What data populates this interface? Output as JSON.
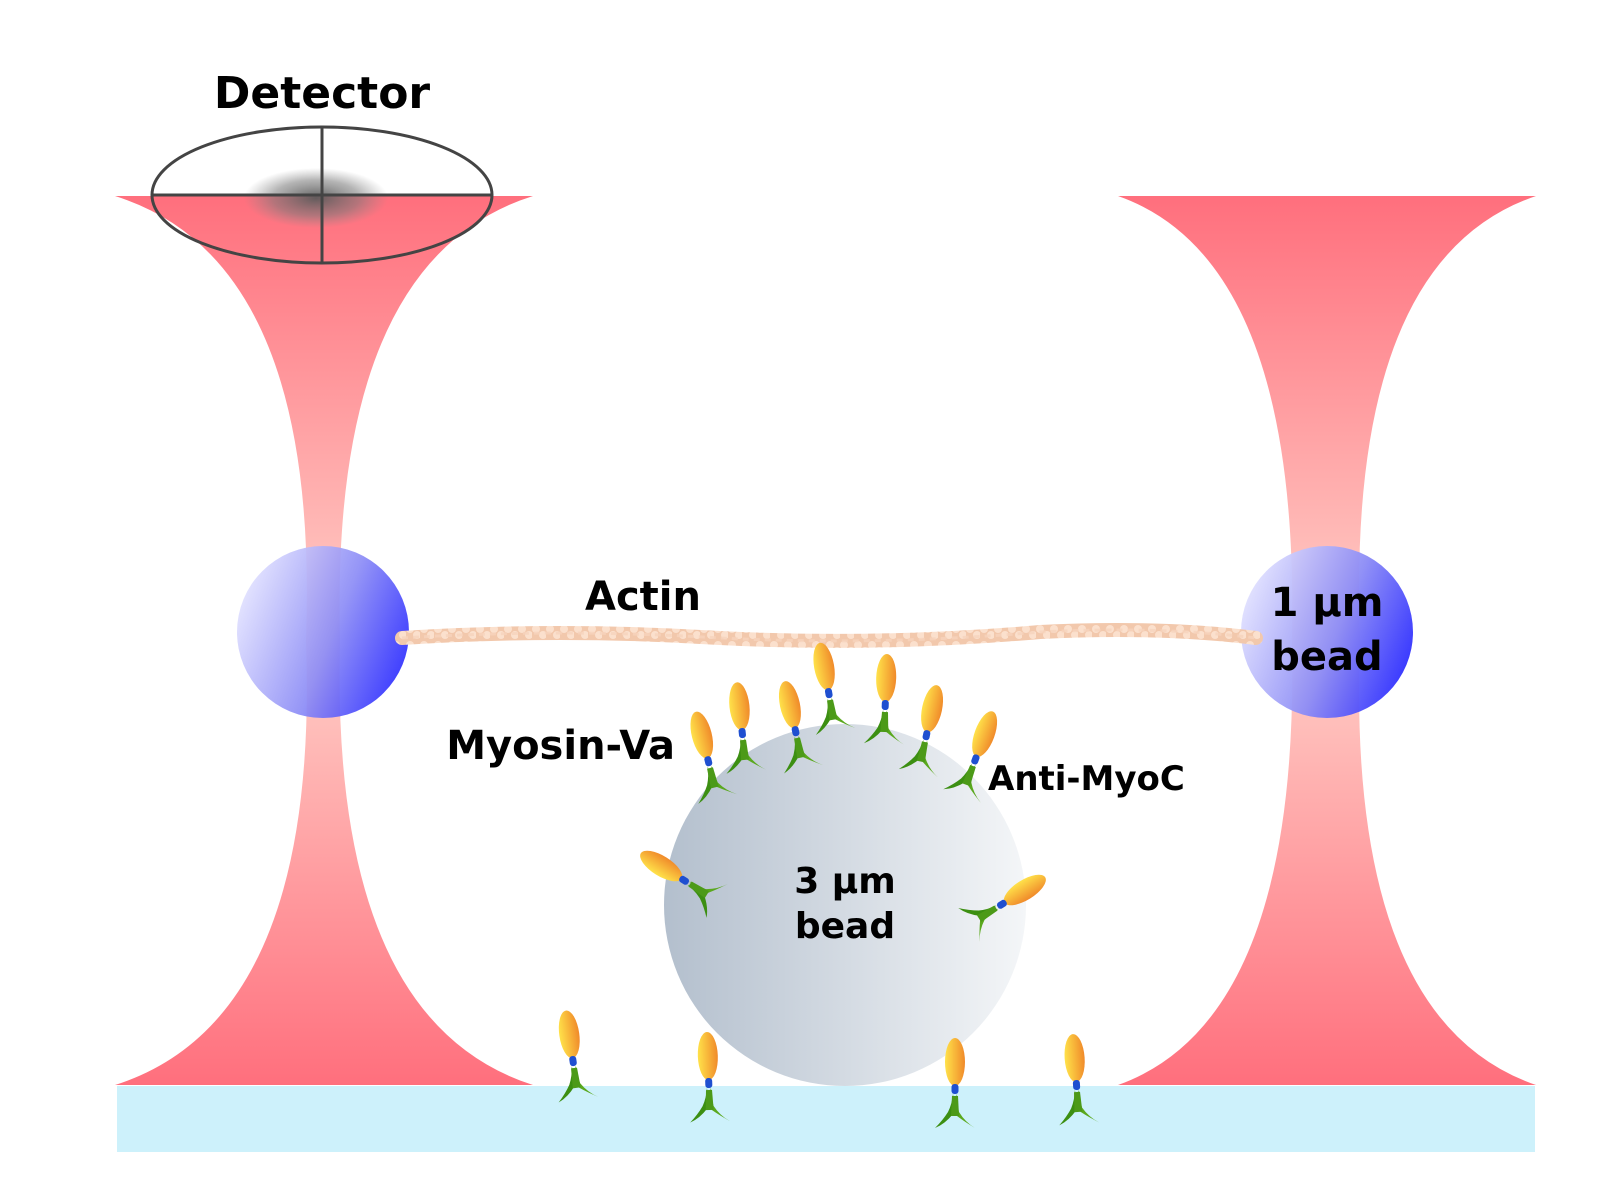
{
  "labels": {
    "detector": "Detector",
    "actin": "Actin",
    "myosin": "Myosin-Va",
    "anti_myoc": "Anti-MyoC",
    "small_bead_line1": "1 µm",
    "small_bead_line2": "bead",
    "large_bead_line1": "3 µm",
    "large_bead_line2": "bead"
  },
  "colors": {
    "laser": "#ff6f7d",
    "laser_waist": "#ffc9c4",
    "small_bead": "#3a3aff",
    "large_bead": "#b9c4d2",
    "surface": "#cdf1fb",
    "actin": "#f6cdb3",
    "myosin_head": "#f5b03a",
    "antibody": "#3c8f12",
    "linker": "#1f4fd0",
    "detector_line": "#444444"
  }
}
